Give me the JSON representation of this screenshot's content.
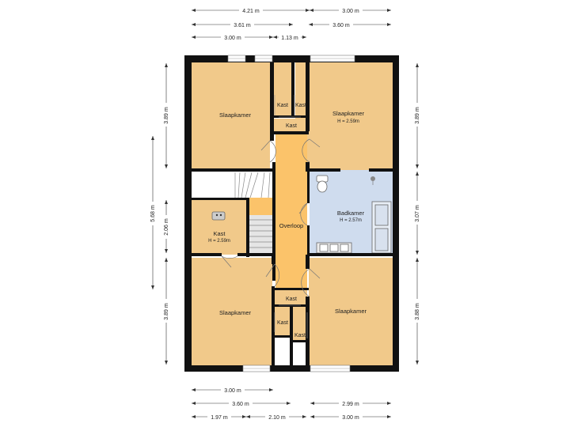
{
  "colors": {
    "bedroom_fill": "#f1c98a",
    "hall_fill": "#fbc36a",
    "bathroom_fill": "#cfdcee",
    "storage_fill": "#f1c98a",
    "wall": "#111111",
    "dimension_line": "#333333"
  },
  "rooms": {
    "bedroom_top_left": {
      "label": "Slaapkamer"
    },
    "bedroom_top_right": {
      "label": "Slaapkamer",
      "height": "H = 2.59m"
    },
    "bedroom_bottom_left": {
      "label": "Slaapkamer"
    },
    "bedroom_bottom_right": {
      "label": "Slaapkamer"
    },
    "landing": {
      "label": "Overloop"
    },
    "bathroom": {
      "label": "Badkamer",
      "height": "H = 2.57m"
    },
    "storage": {
      "label": "Kast",
      "height": "H = 2.59m"
    },
    "kast_labels": [
      "Kast",
      "Kast",
      "Kast",
      "Kast",
      "Kast",
      "Kast"
    ]
  },
  "dimensions": {
    "top": [
      "4.21 m",
      "3.00 m",
      "3.61 m",
      "3.60 m",
      "3.00 m",
      "1.13 m"
    ],
    "bottom": [
      "3.00 m",
      "3.60 m",
      "2.99 m",
      "1.97 m",
      "2.10 m",
      "3.00 m"
    ],
    "left": [
      "3.89 m",
      "5.68 m",
      "2.06 m",
      "3.89 m"
    ],
    "right": [
      "3.89 m",
      "3.07 m",
      "3.88 m"
    ]
  }
}
